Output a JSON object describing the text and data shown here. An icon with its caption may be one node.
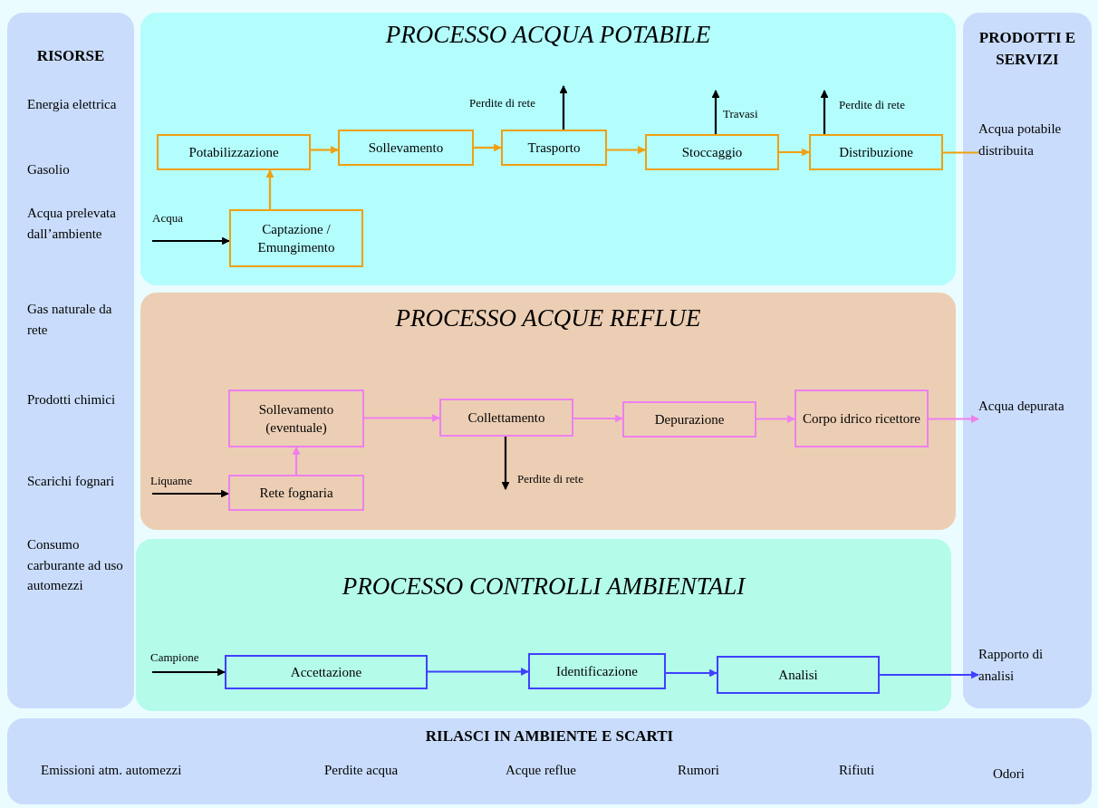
{
  "diagram": {
    "nodes": [
      {
        "text": [
          "RISORSE",
          "Energia elettrica",
          "Gasolio",
          "Acqua prelevata dall’ambiente",
          "Gas naturale da rete",
          "Prodotti chimici",
          "Scarichi fognari",
          "Consumo carburante ad uso automezzi"
        ]
      },
      {
        "text": [
          "PRODOTTI E SERVIZI"
        ]
      },
      {
        "text": [
          "Acqua potabile distribuita"
        ],
        "in": 1
      },
      {
        "text": [
          "Acqua depurata"
        ],
        "in": 1
      },
      {
        "text": [
          "Rapporto di analisi"
        ],
        "in": 1
      },
      {
        "text": [
          "PROCESSO ACQUA  POTABILE"
        ]
      },
      {
        "text": [
          "Potabilizzazione"
        ],
        "in": 5
      },
      {
        "text": [
          "Sollevamento"
        ],
        "in": 5
      },
      {
        "text": [
          "Trasporto"
        ],
        "in": 5
      },
      {
        "text": [
          "Stoccaggio"
        ],
        "in": 5
      },
      {
        "text": [
          "Distribuzione"
        ],
        "in": 5
      },
      {
        "text": [
          "Captazione / Emungimento"
        ],
        "in": 5
      },
      {
        "text": [
          "PROCESSO ACQUE  REFLUE"
        ]
      },
      {
        "text": [
          "Sollevamento (eventuale)"
        ],
        "in": 12
      },
      {
        "text": [
          "Collettamento"
        ],
        "in": 12
      },
      {
        "text": [
          "Depurazione"
        ],
        "in": 12
      },
      {
        "text": [
          "Corpo idrico ricettore"
        ],
        "in": 12
      },
      {
        "text": [
          "Rete fognaria"
        ],
        "in": 12
      },
      {
        "text": [
          "PROCESSO CONTROLLI AMBIENTALI"
        ]
      },
      {
        "text": [
          "Accettazione"
        ],
        "in": 18
      },
      {
        "text": [
          "Identificazione"
        ],
        "in": 18
      },
      {
        "text": [
          "Analisi"
        ],
        "in": 18
      },
      {
        "text": [
          "RILASCI IN AMBIENTE E SCARTI",
          "Emissioni atm. automezzi",
          "Perdite acqua",
          "Acque reflue",
          "Rumori",
          "Rifiuti",
          "Odori"
        ]
      }
    ],
    "edges": [
      {
        "from": null,
        "to": 11,
        "arrow": "to",
        "label": "Acqua",
        "color": "#000000"
      },
      {
        "from": 11,
        "to": 6,
        "arrow": "to",
        "color": "#f0a010"
      },
      {
        "from": 6,
        "to": 7,
        "arrow": "to",
        "color": "#f0a010"
      },
      {
        "from": 7,
        "to": 8,
        "arrow": "to",
        "color": "#f0a010"
      },
      {
        "from": 8,
        "to": 9,
        "arrow": "to",
        "color": "#f0a010"
      },
      {
        "from": 9,
        "to": 10,
        "arrow": "to",
        "color": "#f0a010"
      },
      {
        "from": 10,
        "to": 2,
        "arrow": "none",
        "color": "#f0a010"
      },
      {
        "from": 8,
        "to": null,
        "arrow": "to",
        "label": "Perdite di rete",
        "color": "#000000"
      },
      {
        "from": 9,
        "to": null,
        "arrow": "to",
        "label": "Travasi",
        "color": "#000000"
      },
      {
        "from": 10,
        "to": null,
        "arrow": "to",
        "label": "Perdite di rete",
        "color": "#000000"
      },
      {
        "from": null,
        "to": 17,
        "arrow": "to",
        "label": "Liquame",
        "color": "#000000"
      },
      {
        "from": 17,
        "to": 13,
        "arrow": "to",
        "color": "#ee80ee"
      },
      {
        "from": 13,
        "to": 14,
        "arrow": "to",
        "color": "#ee80ee"
      },
      {
        "from": 14,
        "to": 15,
        "arrow": "to",
        "color": "#ee80ee"
      },
      {
        "from": 15,
        "to": 16,
        "arrow": "to",
        "color": "#ee80ee"
      },
      {
        "from": 16,
        "to": 3,
        "arrow": "to",
        "color": "#ee80ee"
      },
      {
        "from": 14,
        "to": null,
        "arrow": "to",
        "label": "Perdite di rete",
        "color": "#000000"
      },
      {
        "from": null,
        "to": 19,
        "arrow": "to",
        "label": "Campione",
        "color": "#000000"
      },
      {
        "from": 19,
        "to": 20,
        "arrow": "to",
        "color": "#4040ff"
      },
      {
        "from": 20,
        "to": 21,
        "arrow": "to",
        "color": "#4040ff"
      },
      {
        "from": 21,
        "to": 4,
        "arrow": "to",
        "color": "#4040ff"
      }
    ]
  }
}
